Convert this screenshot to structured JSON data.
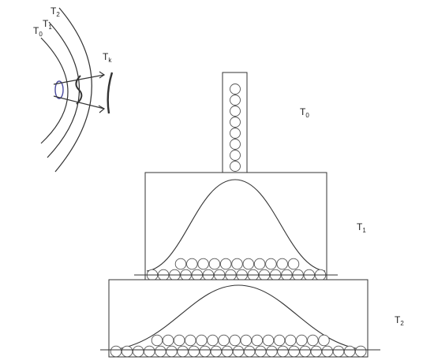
{
  "inset": {
    "labels": [
      {
        "id": "t2",
        "base": "T",
        "sub": "2"
      },
      {
        "id": "t1",
        "base": "T",
        "sub": "1"
      },
      {
        "id": "t0",
        "base": "T",
        "sub": "0"
      },
      {
        "id": "tk",
        "base": "T",
        "sub": "k"
      }
    ]
  },
  "levels": [
    {
      "id": "t0",
      "base": "T",
      "sub": "0"
    },
    {
      "id": "t1",
      "base": "T",
      "sub": "1"
    },
    {
      "id": "t2",
      "base": "T",
      "sub": "2"
    }
  ],
  "colors": {
    "stroke": "#333333",
    "circle": "#555555",
    "lens": "#4a4aa0"
  }
}
